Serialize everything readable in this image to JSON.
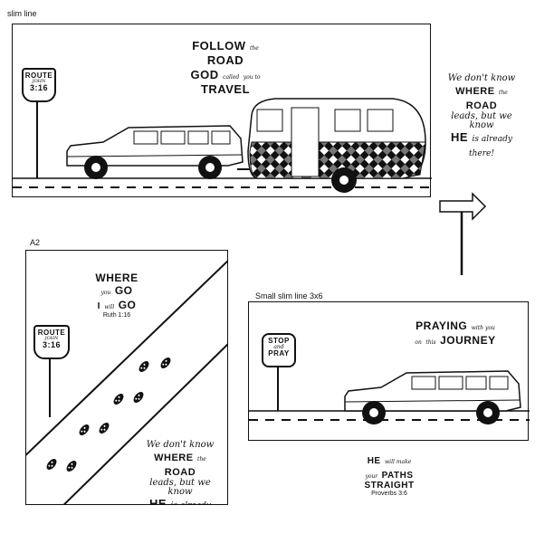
{
  "labels": {
    "slim": "slim line",
    "a2": "A2",
    "small": "Small slim line 3x6"
  },
  "route_sign": {
    "top": "ROUTE",
    "mid": "JOHN",
    "bottom": "3:16"
  },
  "stop_sign": {
    "l1": "STOP",
    "l2": "and",
    "l3": "PRAY"
  },
  "follow": {
    "l1a": "FOLLOW",
    "l1b": "the",
    "l1c": "ROAD",
    "l2a": "GOD",
    "l2b": "called",
    "l2c": "you to",
    "l2d": "TRAVEL"
  },
  "dontknow": {
    "l1": "We don't know",
    "l2a": "WHERE",
    "l2b": "the",
    "l2c": "ROAD",
    "l3": "leads, but we know",
    "l4a": "HE",
    "l4b": "is already there!"
  },
  "wherego": {
    "l1": "WHERE",
    "l2a": "you",
    "l2b": "GO",
    "l3a": "I",
    "l3b": "will",
    "l3c": "GO",
    "ref": "Ruth 1:16"
  },
  "praying": {
    "l1a": "PRAYING",
    "l1b": "with you",
    "l2a": "on",
    "l2b": "this",
    "l2c": "JOURNEY"
  },
  "paths": {
    "l1a": "HE",
    "l1b": "will make",
    "l2a": "your",
    "l2b": "PATHS",
    "l3": "STRAIGHT",
    "ref": "Proverbs 3:6"
  },
  "colors": {
    "ink": "#111111",
    "paper": "#ffffff"
  }
}
